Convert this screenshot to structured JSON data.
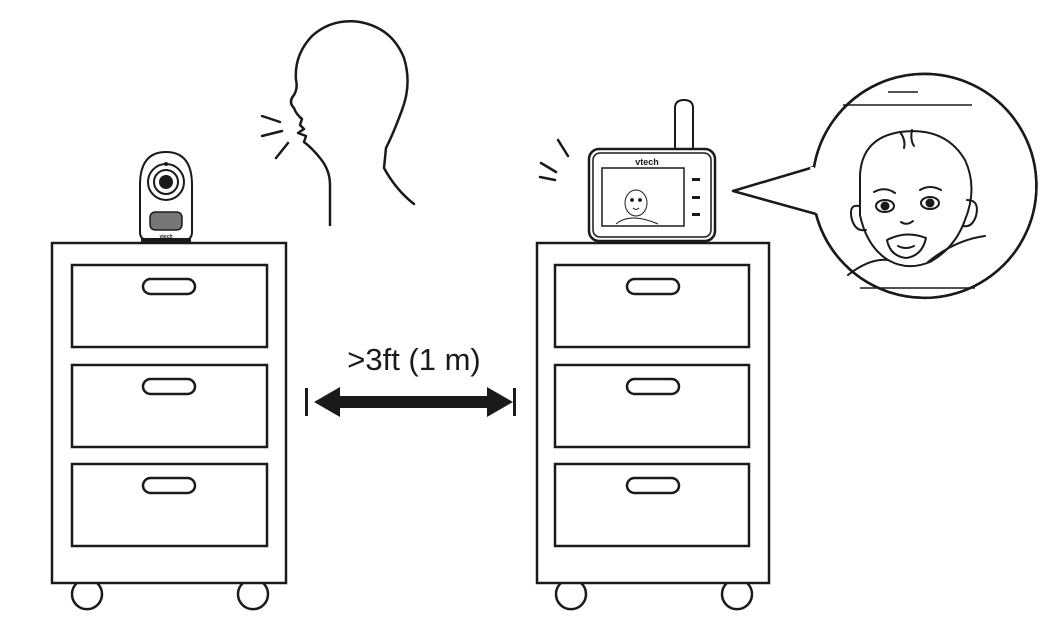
{
  "diagram": {
    "distance_label": ">3ft (1 m)",
    "camera_brand": "vtech",
    "monitor_brand": "vtech",
    "colors": {
      "line": "#1a1a1a",
      "background": "#ffffff"
    },
    "icons": [
      "person-speaking-icon",
      "baby-camera-icon",
      "parent-monitor-icon",
      "baby-face-icon",
      "double-arrow-icon",
      "cabinet-icon"
    ]
  }
}
